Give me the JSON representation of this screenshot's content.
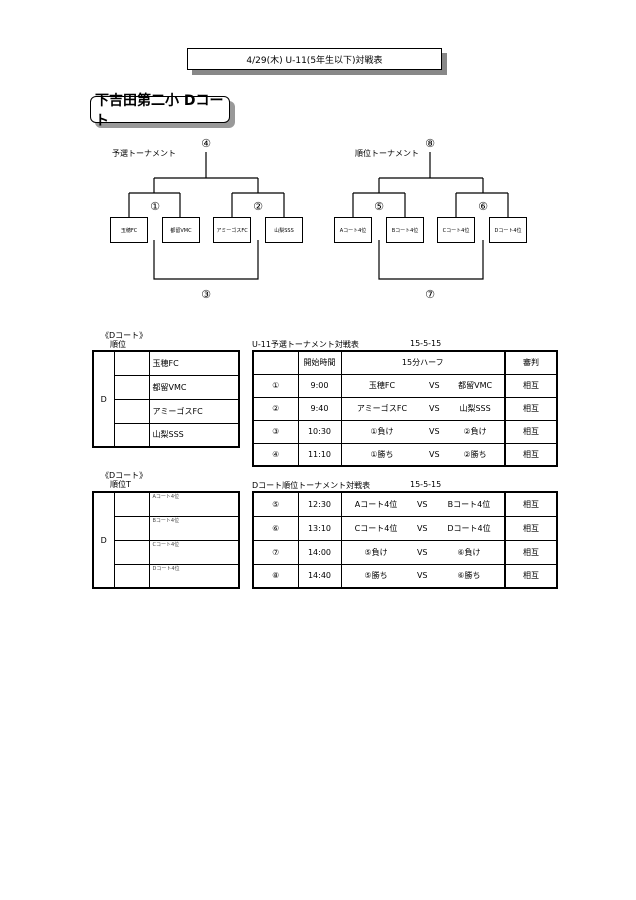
{
  "header": {
    "title": "4/29(木)  U-11(5年生以下)対戦表",
    "court_title": "下吉田第二小  Dコート"
  },
  "bracket_prelim": {
    "label": "予選トーナメント",
    "teams": [
      "玉穂FC",
      "都留VMC",
      "アミーゴスFC",
      "山梨SSS"
    ],
    "m1": "①",
    "m2": "②",
    "m3": "③",
    "m4": "④"
  },
  "bracket_rank": {
    "label": "順位トーナメント",
    "teams": [
      "Aコート4位",
      "Bコート4位",
      "Cコート4位",
      "Dコート4位"
    ],
    "m1": "⑤",
    "m2": "⑥",
    "m3": "⑦",
    "m4": "⑧"
  },
  "section1": {
    "court": "《Dコート》",
    "rank_label": "順位",
    "group": "D",
    "teams": [
      "玉穂FC",
      "都留VMC",
      "アミーゴスFC",
      "山梨SSS"
    ],
    "table_title": "U-11予選トーナメント対戦表",
    "date": "15-5-15",
    "headers": {
      "start": "開始時間",
      "half": "15分ハーフ",
      "ref": "審判"
    },
    "matches": [
      {
        "no": "①",
        "time": "9:00",
        "home": "玉穂FC",
        "vs": "VS",
        "away": "都留VMC",
        "ref": "相互"
      },
      {
        "no": "②",
        "time": "9:40",
        "home": "アミーゴスFC",
        "vs": "VS",
        "away": "山梨SSS",
        "ref": "相互"
      },
      {
        "no": "③",
        "time": "10:30",
        "home": "①負け",
        "vs": "VS",
        "away": "②負け",
        "ref": "相互"
      },
      {
        "no": "④",
        "time": "11:10",
        "home": "①勝ち",
        "vs": "VS",
        "away": "②勝ち",
        "ref": "相互"
      }
    ]
  },
  "section2": {
    "court": "《Dコート》",
    "rank_label": "順位T",
    "group": "D",
    "teams": [
      "Aコート4位",
      "Bコート4位",
      "Cコート4位",
      "Dコート4位"
    ],
    "table_title": "Dコート順位トーナメント対戦表",
    "date": "15-5-15",
    "matches": [
      {
        "no": "⑤",
        "time": "12:30",
        "home": "Aコート4位",
        "vs": "VS",
        "away": "Bコート4位",
        "ref": "相互"
      },
      {
        "no": "⑥",
        "time": "13:10",
        "home": "Cコート4位",
        "vs": "VS",
        "away": "Dコート4位",
        "ref": "相互"
      },
      {
        "no": "⑦",
        "time": "14:00",
        "home": "⑤負け",
        "vs": "VS",
        "away": "⑥負け",
        "ref": "相互"
      },
      {
        "no": "⑧",
        "time": "14:40",
        "home": "⑤勝ち",
        "vs": "VS",
        "away": "⑥勝ち",
        "ref": "相互"
      }
    ]
  }
}
